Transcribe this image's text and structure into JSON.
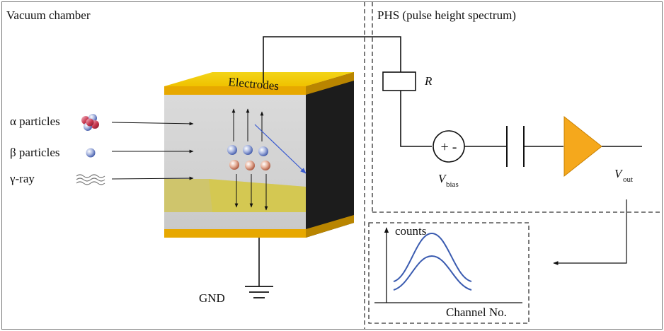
{
  "panels": {
    "vacuum": {
      "title": "Vacuum chamber"
    },
    "phs": {
      "title": "PHS (pulse height spectrum)"
    }
  },
  "detector": {
    "electrodes_label": "Electrodes",
    "gnd_label": "GND",
    "electrode_color": "#f5c400",
    "body_color": "#d4d4d4"
  },
  "radiation": {
    "alpha": "α particles",
    "beta": "β particles",
    "gamma": "γ-ray"
  },
  "circuit": {
    "resistor_label": "R",
    "bias_symbol": "+ -",
    "vbias_main": "V",
    "vbias_sub": "bias",
    "vout_main": "V",
    "vout_sub": "out",
    "amplifier_color": "#f5a81c"
  },
  "spectrum": {
    "y_label": "counts",
    "x_label": "Channel No.",
    "curve_color": "#3a5bb0"
  }
}
